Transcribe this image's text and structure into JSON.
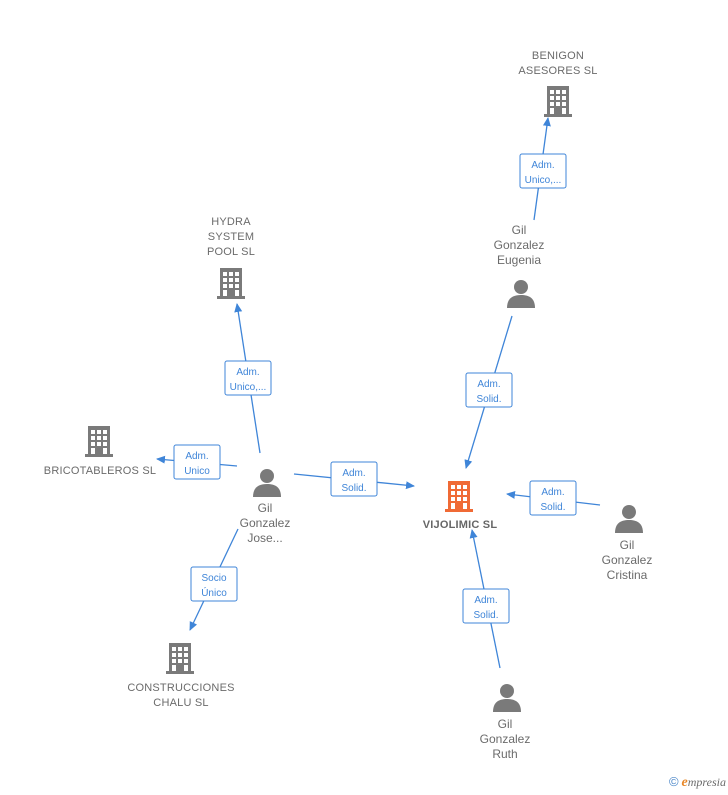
{
  "nodes": [
    {
      "id": "vijolimic",
      "type": "company",
      "main": true,
      "lines": [
        "VIJOLIMIC  SL"
      ],
      "color": "#f06a35"
    },
    {
      "id": "benigon",
      "type": "company",
      "main": false,
      "lines": [
        "BENIGON",
        "ASESORES SL"
      ],
      "color": "#7a7a7a"
    },
    {
      "id": "hydra",
      "type": "company",
      "main": false,
      "lines": [
        "HYDRA",
        "SYSTEM",
        "POOL  SL"
      ],
      "color": "#7a7a7a"
    },
    {
      "id": "bricotableros",
      "type": "company",
      "main": false,
      "lines": [
        "BRICOTABLEROS SL"
      ],
      "color": "#7a7a7a"
    },
    {
      "id": "construcciones",
      "type": "company",
      "main": false,
      "lines": [
        "CONSTRUCCIONES",
        "CHALU SL"
      ],
      "color": "#7a7a7a"
    },
    {
      "id": "eugenia",
      "type": "person",
      "lines": [
        "Gil",
        "Gonzalez",
        "Eugenia"
      ],
      "color": "#7a7a7a"
    },
    {
      "id": "jose",
      "type": "person",
      "lines": [
        "Gil",
        "Gonzalez",
        "Jose..."
      ],
      "color": "#7a7a7a"
    },
    {
      "id": "cristina",
      "type": "person",
      "lines": [
        "Gil",
        "Gonzalez",
        "Cristina"
      ],
      "color": "#7a7a7a"
    },
    {
      "id": "ruth",
      "type": "person",
      "lines": [
        "Gil",
        "Gonzalez",
        "Ruth"
      ],
      "color": "#7a7a7a"
    }
  ],
  "edges": [
    {
      "from": "eugenia",
      "to": "benigon",
      "label": [
        "Adm.",
        "Unico,..."
      ]
    },
    {
      "from": "eugenia",
      "to": "vijolimic",
      "label": [
        "Adm.",
        "Solid."
      ]
    },
    {
      "from": "jose",
      "to": "hydra",
      "label": [
        "Adm.",
        "Unico,..."
      ]
    },
    {
      "from": "jose",
      "to": "bricotableros",
      "label": [
        "Adm.",
        "Unico"
      ]
    },
    {
      "from": "jose",
      "to": "vijolimic",
      "label": [
        "Adm.",
        "Solid."
      ]
    },
    {
      "from": "jose",
      "to": "construcciones",
      "label": [
        "Socio",
        "Único"
      ]
    },
    {
      "from": "cristina",
      "to": "vijolimic",
      "label": [
        "Adm.",
        "Solid."
      ]
    },
    {
      "from": "ruth",
      "to": "vijolimic",
      "label": [
        "Adm.",
        "Solid."
      ]
    }
  ],
  "colors": {
    "edge": "#3f85d8",
    "main_company": "#f06a35",
    "node": "#7a7a7a"
  },
  "footer": {
    "copyright_symbol": "©",
    "brand_initial": "e",
    "brand_rest": "mpresia"
  }
}
